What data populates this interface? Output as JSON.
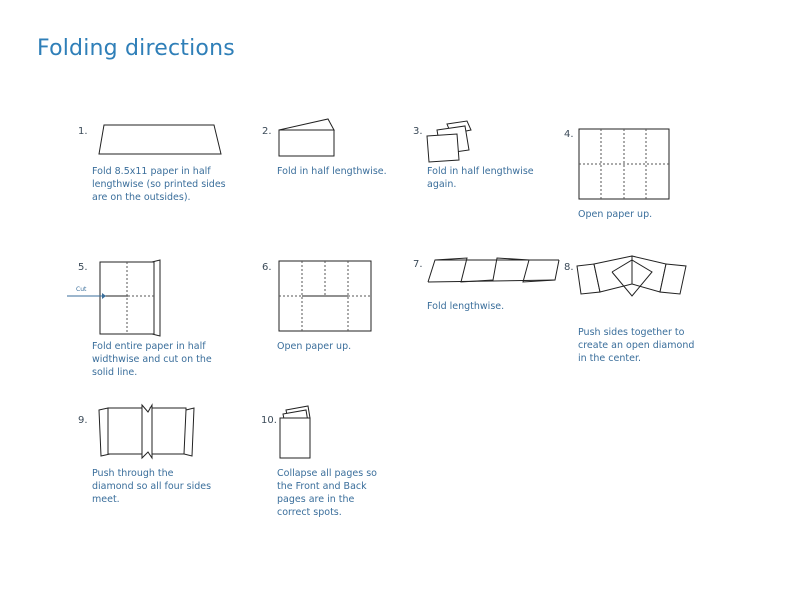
{
  "title": "Folding directions",
  "steps": [
    {
      "num": "1.",
      "caption": "Fold 8.5x11 paper in half lengthwise (so printed sides are on the outsides)."
    },
    {
      "num": "2.",
      "caption": "Fold in half lengthwise."
    },
    {
      "num": "3.",
      "caption": "Fold in half lengthwise again."
    },
    {
      "num": "4.",
      "caption": "Open paper up."
    },
    {
      "num": "5.",
      "caption": "Fold entire paper in half widthwise and cut on the solid line."
    },
    {
      "num": "6.",
      "caption": "Open paper up."
    },
    {
      "num": "7.",
      "caption": "Fold lengthwise."
    },
    {
      "num": "8.",
      "caption": "Push sides together to create an open diamond in the center."
    },
    {
      "num": "9.",
      "caption": "Push through the diamond so all four sides meet."
    },
    {
      "num": "10.",
      "caption": "Collapse all pages so the Front and Back pages are in the correct spots."
    }
  ],
  "cut_label": "Cut"
}
